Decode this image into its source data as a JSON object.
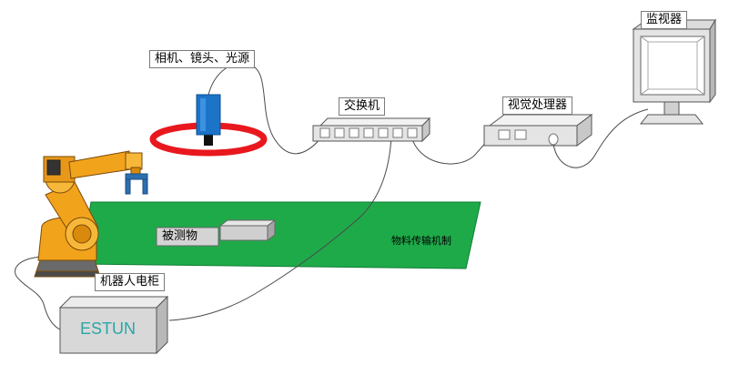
{
  "labels": {
    "camera": "相机、镜头、光源",
    "switch": "交换机",
    "processor": "视觉处理器",
    "monitor": "监视器",
    "object": "被测物",
    "conveyor": "物料传输机制",
    "cabinet": "机器人电柜",
    "brand": "ESTUN"
  },
  "colors": {
    "conveyor": "#1faa4a",
    "robot": "#f2a31c",
    "camera": "#1c74c9",
    "ring_light": "#e8181e",
    "gripper": "#2c6fb0",
    "cabinet": "#d8d8d8",
    "device": "#e4e4e4",
    "brand_text": "#2ba6a6"
  },
  "icons": [
    "robot-arm-icon",
    "camera-icon",
    "ring-light-icon",
    "switch-icon",
    "vision-processor-icon",
    "monitor-icon",
    "cabinet-icon",
    "test-object-icon"
  ]
}
